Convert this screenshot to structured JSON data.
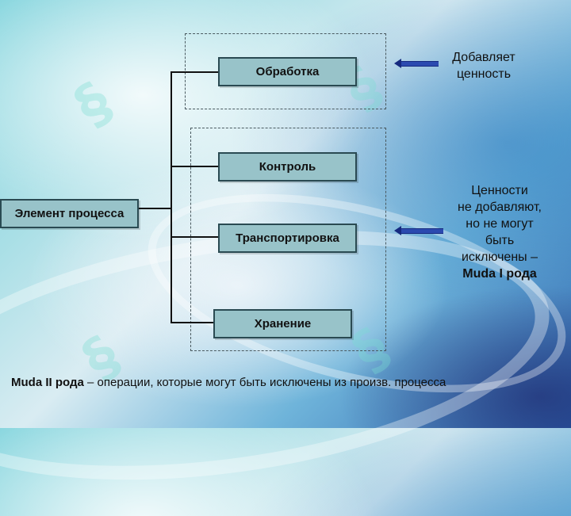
{
  "diagram": {
    "root": "Элемент процесса",
    "children": [
      "Обработка",
      "Контроль",
      "Транспортировка",
      "Хранение"
    ],
    "note_value": "Добавляет ценность",
    "note_value_lines": [
      "Добавляет",
      "ценность"
    ],
    "note_nonvalue_lines": [
      "Ценности",
      "не добавляют,",
      "но не могут",
      "быть",
      "исключены –"
    ],
    "note_nonvalue_bold": "Muda I рода",
    "footer_bold": "Muda II рода",
    "footer_text": " – операции, которые могут быть исключены из произв. процесса"
  },
  "colors": {
    "box_fill": "#98c3c9",
    "box_border": "#2a4a52",
    "arrow": "#2b4ab0"
  }
}
